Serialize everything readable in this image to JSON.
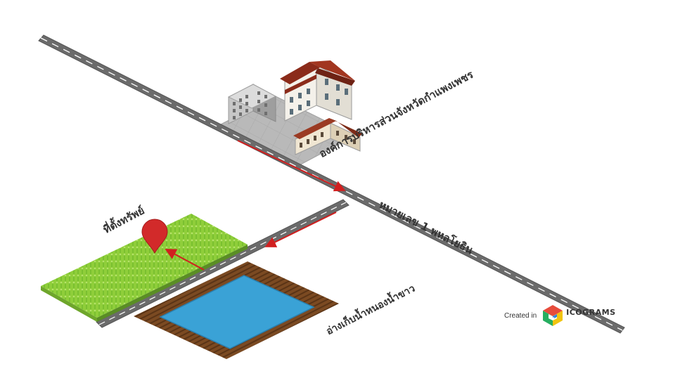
{
  "labels": {
    "org_office": "องค์การบริหารส่วนจังหวัดกำแพงเพชร",
    "highway": "หมายเลข 1 พหลโยธิน",
    "property": "ที่ตั้งทรัพย์",
    "reservoir": "อ่างเก็บน้ำหนองน้ำขาว"
  },
  "watermark": {
    "created_in": "Created in",
    "brand": "ICOGRAMS"
  },
  "colors": {
    "road": "#6b6b6b",
    "road_edge": "#595959",
    "road_marking": "#ffffff",
    "arrow": "#d11f1f",
    "pin": "#d22a2a",
    "field": "#8fce3a",
    "water": "#3aa2d6",
    "soil": "#7b4a22",
    "plaza": "#b5b5b5",
    "roof": "#8b2b1a"
  },
  "icons": [
    "location-pin-icon",
    "direction-arrow-icon",
    "icograms-logo-icon"
  ]
}
